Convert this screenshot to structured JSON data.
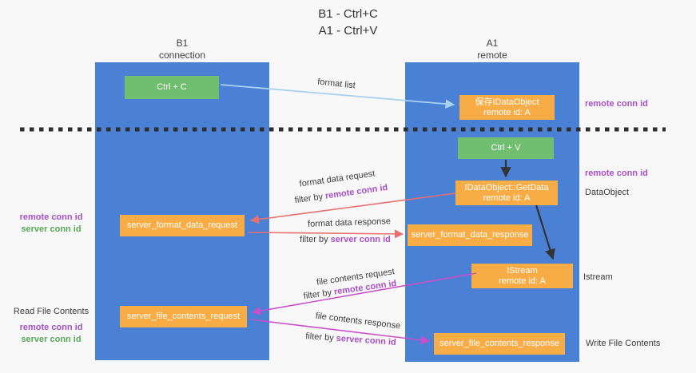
{
  "title": {
    "line1": "B1 - Ctrl+C",
    "line2": "A1 - Ctrl+V"
  },
  "columns": {
    "left": {
      "name": "B1",
      "role": "connection"
    },
    "right": {
      "name": "A1",
      "role": "remote"
    }
  },
  "nodes": {
    "ctrl_c": "Ctrl + C",
    "ctrl_v": "Ctrl + V",
    "saved_dataobject": {
      "line1": "保存IDataObject",
      "line2": "remote id: A"
    },
    "getdata": {
      "line1": "IDataObject::GetData",
      "line2": "remote id: A"
    },
    "istream": {
      "line1": "IStream",
      "line2": "remote id: A"
    },
    "format_request": "server_format_data_request",
    "format_response": "server_format_data_response",
    "file_request": "server_file_contents_request",
    "file_response": "server_file_contents_response"
  },
  "edge_labels": {
    "format_list": "format list",
    "format_data_request": {
      "line1": "format data request",
      "filter_prefix": "filter by ",
      "filter_key": "remote conn id"
    },
    "format_data_response": {
      "line1": "format data response",
      "filter_prefix": "filter by ",
      "filter_key": "server conn id"
    },
    "file_contents_request": {
      "line1": "file contents request",
      "filter_prefix": "filter by ",
      "filter_key": "remote conn id"
    },
    "file_contents_response": {
      "line1": "file contents response",
      "filter_prefix": "filter by ",
      "filter_key": "server conn id"
    }
  },
  "side_labels": {
    "left_format": {
      "remote": "remote conn id",
      "server": "server conn id"
    },
    "left_file": {
      "title": "Read File Contents",
      "remote": "remote conn id",
      "server": "server conn id"
    },
    "right_top": "remote conn id",
    "right_mid": "remote conn id",
    "right_dataobject": "DataObject",
    "right_istream": "Istream",
    "right_write": "Write File Contents"
  },
  "colors": {
    "column_blue": "#4b81d5",
    "node_orange": "#f8ac45",
    "node_green": "#70bf71",
    "label_purple": "#a74fc4",
    "label_green": "#58a758",
    "arrow_red": "#e77070",
    "arrow_magenta": "#cb4ecb",
    "arrow_lightblue": "#a8d2f0",
    "arrow_black": "#333333"
  }
}
